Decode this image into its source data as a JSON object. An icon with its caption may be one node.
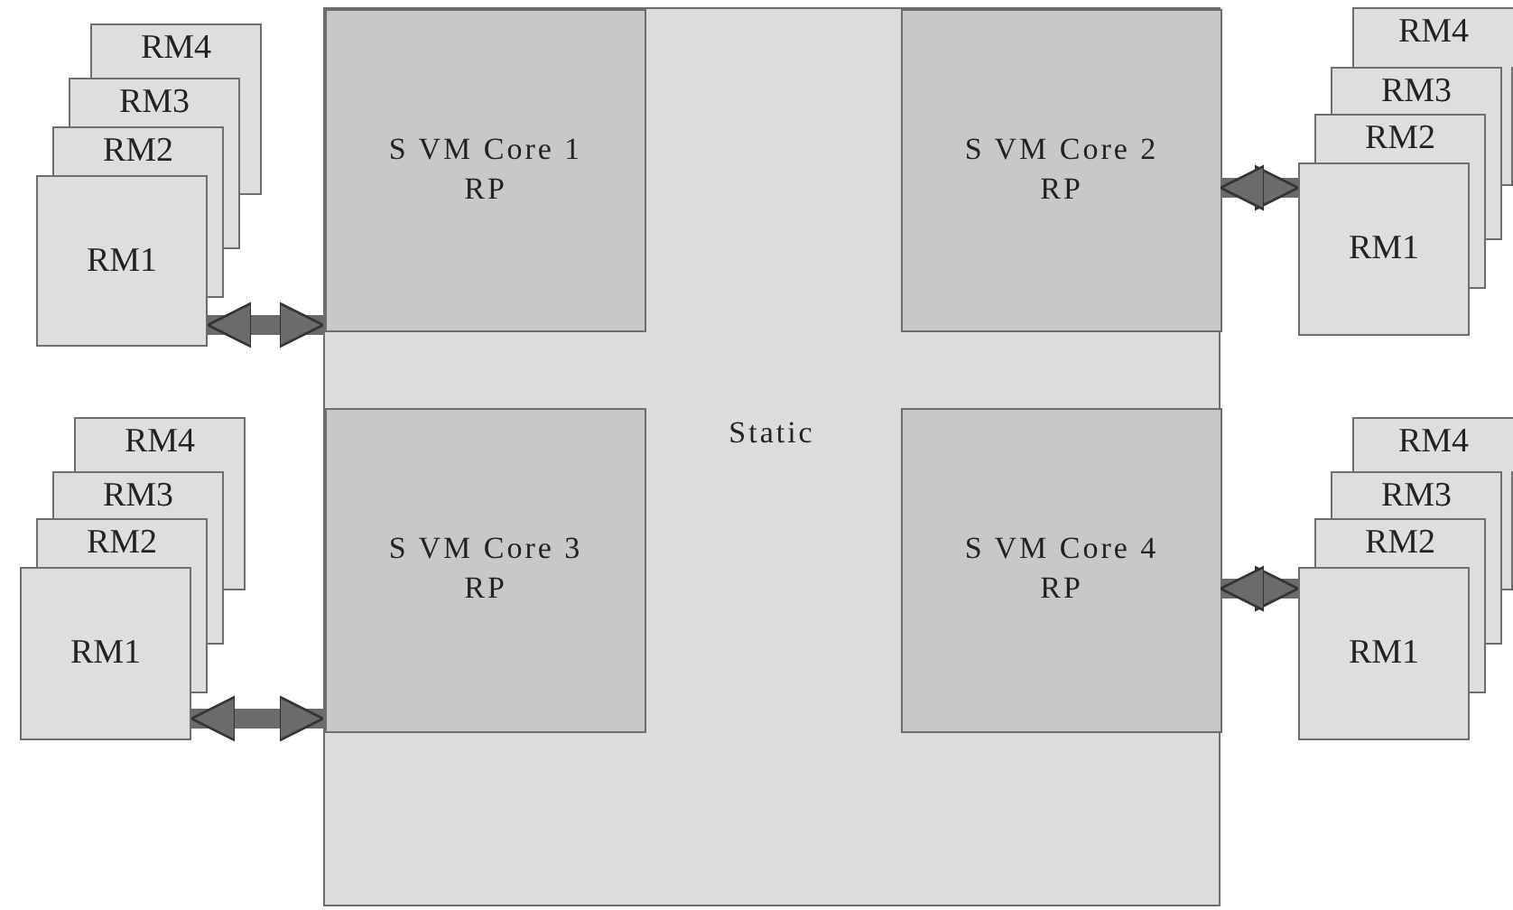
{
  "diagram": {
    "nodes": [
      {
        "text": [
          "Static"
        ]
      },
      {
        "text": [
          "S VM Core 1",
          "RP"
        ],
        "in": 0
      },
      {
        "text": [
          "S VM Core 2",
          "RP"
        ],
        "in": 0
      },
      {
        "text": [
          "S VM Core 3",
          "RP"
        ],
        "in": 0
      },
      {
        "text": [
          "S VM Core 4",
          "RP"
        ],
        "in": 0
      },
      {
        "text": [
          "RM4"
        ]
      },
      {
        "text": [
          "RM3"
        ]
      },
      {
        "text": [
          "RM2"
        ]
      },
      {
        "text": [
          "RM1"
        ]
      },
      {
        "text": [
          "RM4"
        ]
      },
      {
        "text": [
          "RM3"
        ]
      },
      {
        "text": [
          "RM2"
        ]
      },
      {
        "text": [
          "RM1"
        ]
      },
      {
        "text": [
          "RM4"
        ]
      },
      {
        "text": [
          "RM3"
        ]
      },
      {
        "text": [
          "RM2"
        ]
      },
      {
        "text": [
          "RM1"
        ]
      },
      {
        "text": [
          "RM4"
        ]
      },
      {
        "text": [
          "RM3"
        ]
      },
      {
        "text": [
          "RM2"
        ]
      },
      {
        "text": [
          "RM1"
        ]
      }
    ],
    "edges": [
      {
        "from": 8,
        "to": 1,
        "arrow": "both"
      },
      {
        "from": 12,
        "to": 2,
        "arrow": "both"
      },
      {
        "from": 16,
        "to": 3,
        "arrow": "both"
      },
      {
        "from": 20,
        "to": 4,
        "arrow": "both"
      }
    ]
  }
}
